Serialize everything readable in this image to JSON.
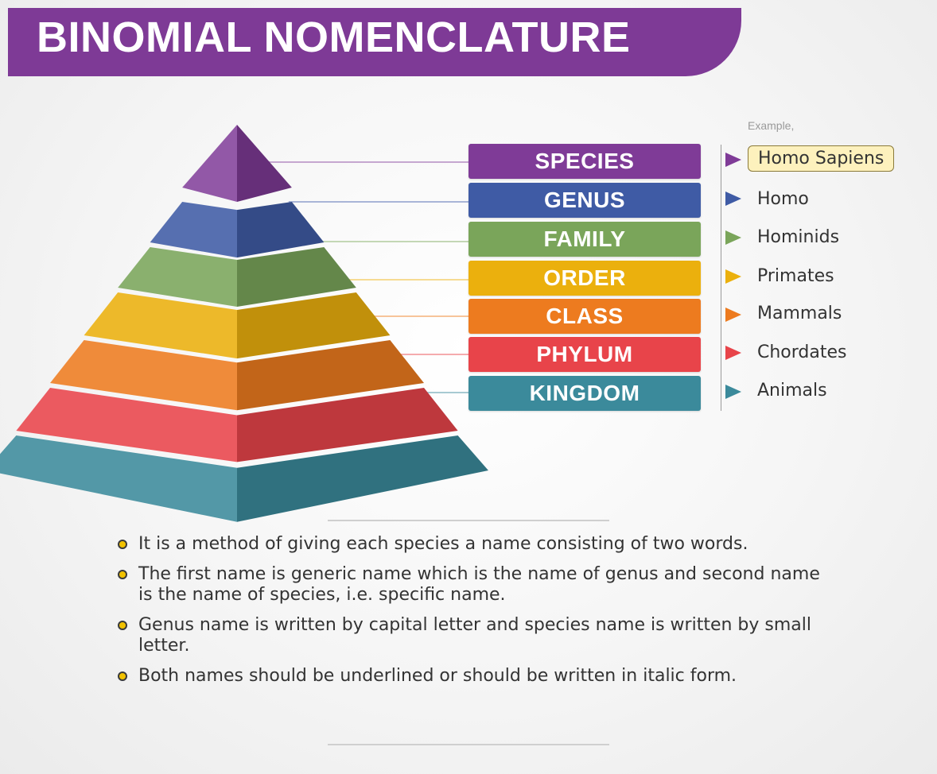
{
  "title": "BINOMIAL NOMENCLATURE",
  "example_caption": "Example,",
  "levels": [
    {
      "rank": "SPECIES",
      "example": "Homo Sapiens",
      "color": "#7f3b97",
      "highlighted": true
    },
    {
      "rank": "GENUS",
      "example": "Homo",
      "color": "#3f5ba5",
      "highlighted": false
    },
    {
      "rank": "FAMILY",
      "example": "Hominids",
      "color": "#7aa55a",
      "highlighted": false
    },
    {
      "rank": "ORDER",
      "example": "Primates",
      "color": "#ebb00d",
      "highlighted": false
    },
    {
      "rank": "CLASS",
      "example": "Mammals",
      "color": "#ed7b1f",
      "highlighted": false
    },
    {
      "rank": "PHYLUM",
      "example": "Chordates",
      "color": "#e8444a",
      "highlighted": false
    },
    {
      "rank": "KINGDOM",
      "example": "Animals",
      "color": "#3b8a9b",
      "highlighted": false
    }
  ],
  "facts": [
    "It is a method of giving each species a name consisting of two words.",
    "The first name is generic name which is the name of genus and second name is the name of species, i.e. specific name.",
    "Genus name is written by capital letter and species name is written by small letter.",
    "Both names should be underlined or should be written in italic form."
  ]
}
